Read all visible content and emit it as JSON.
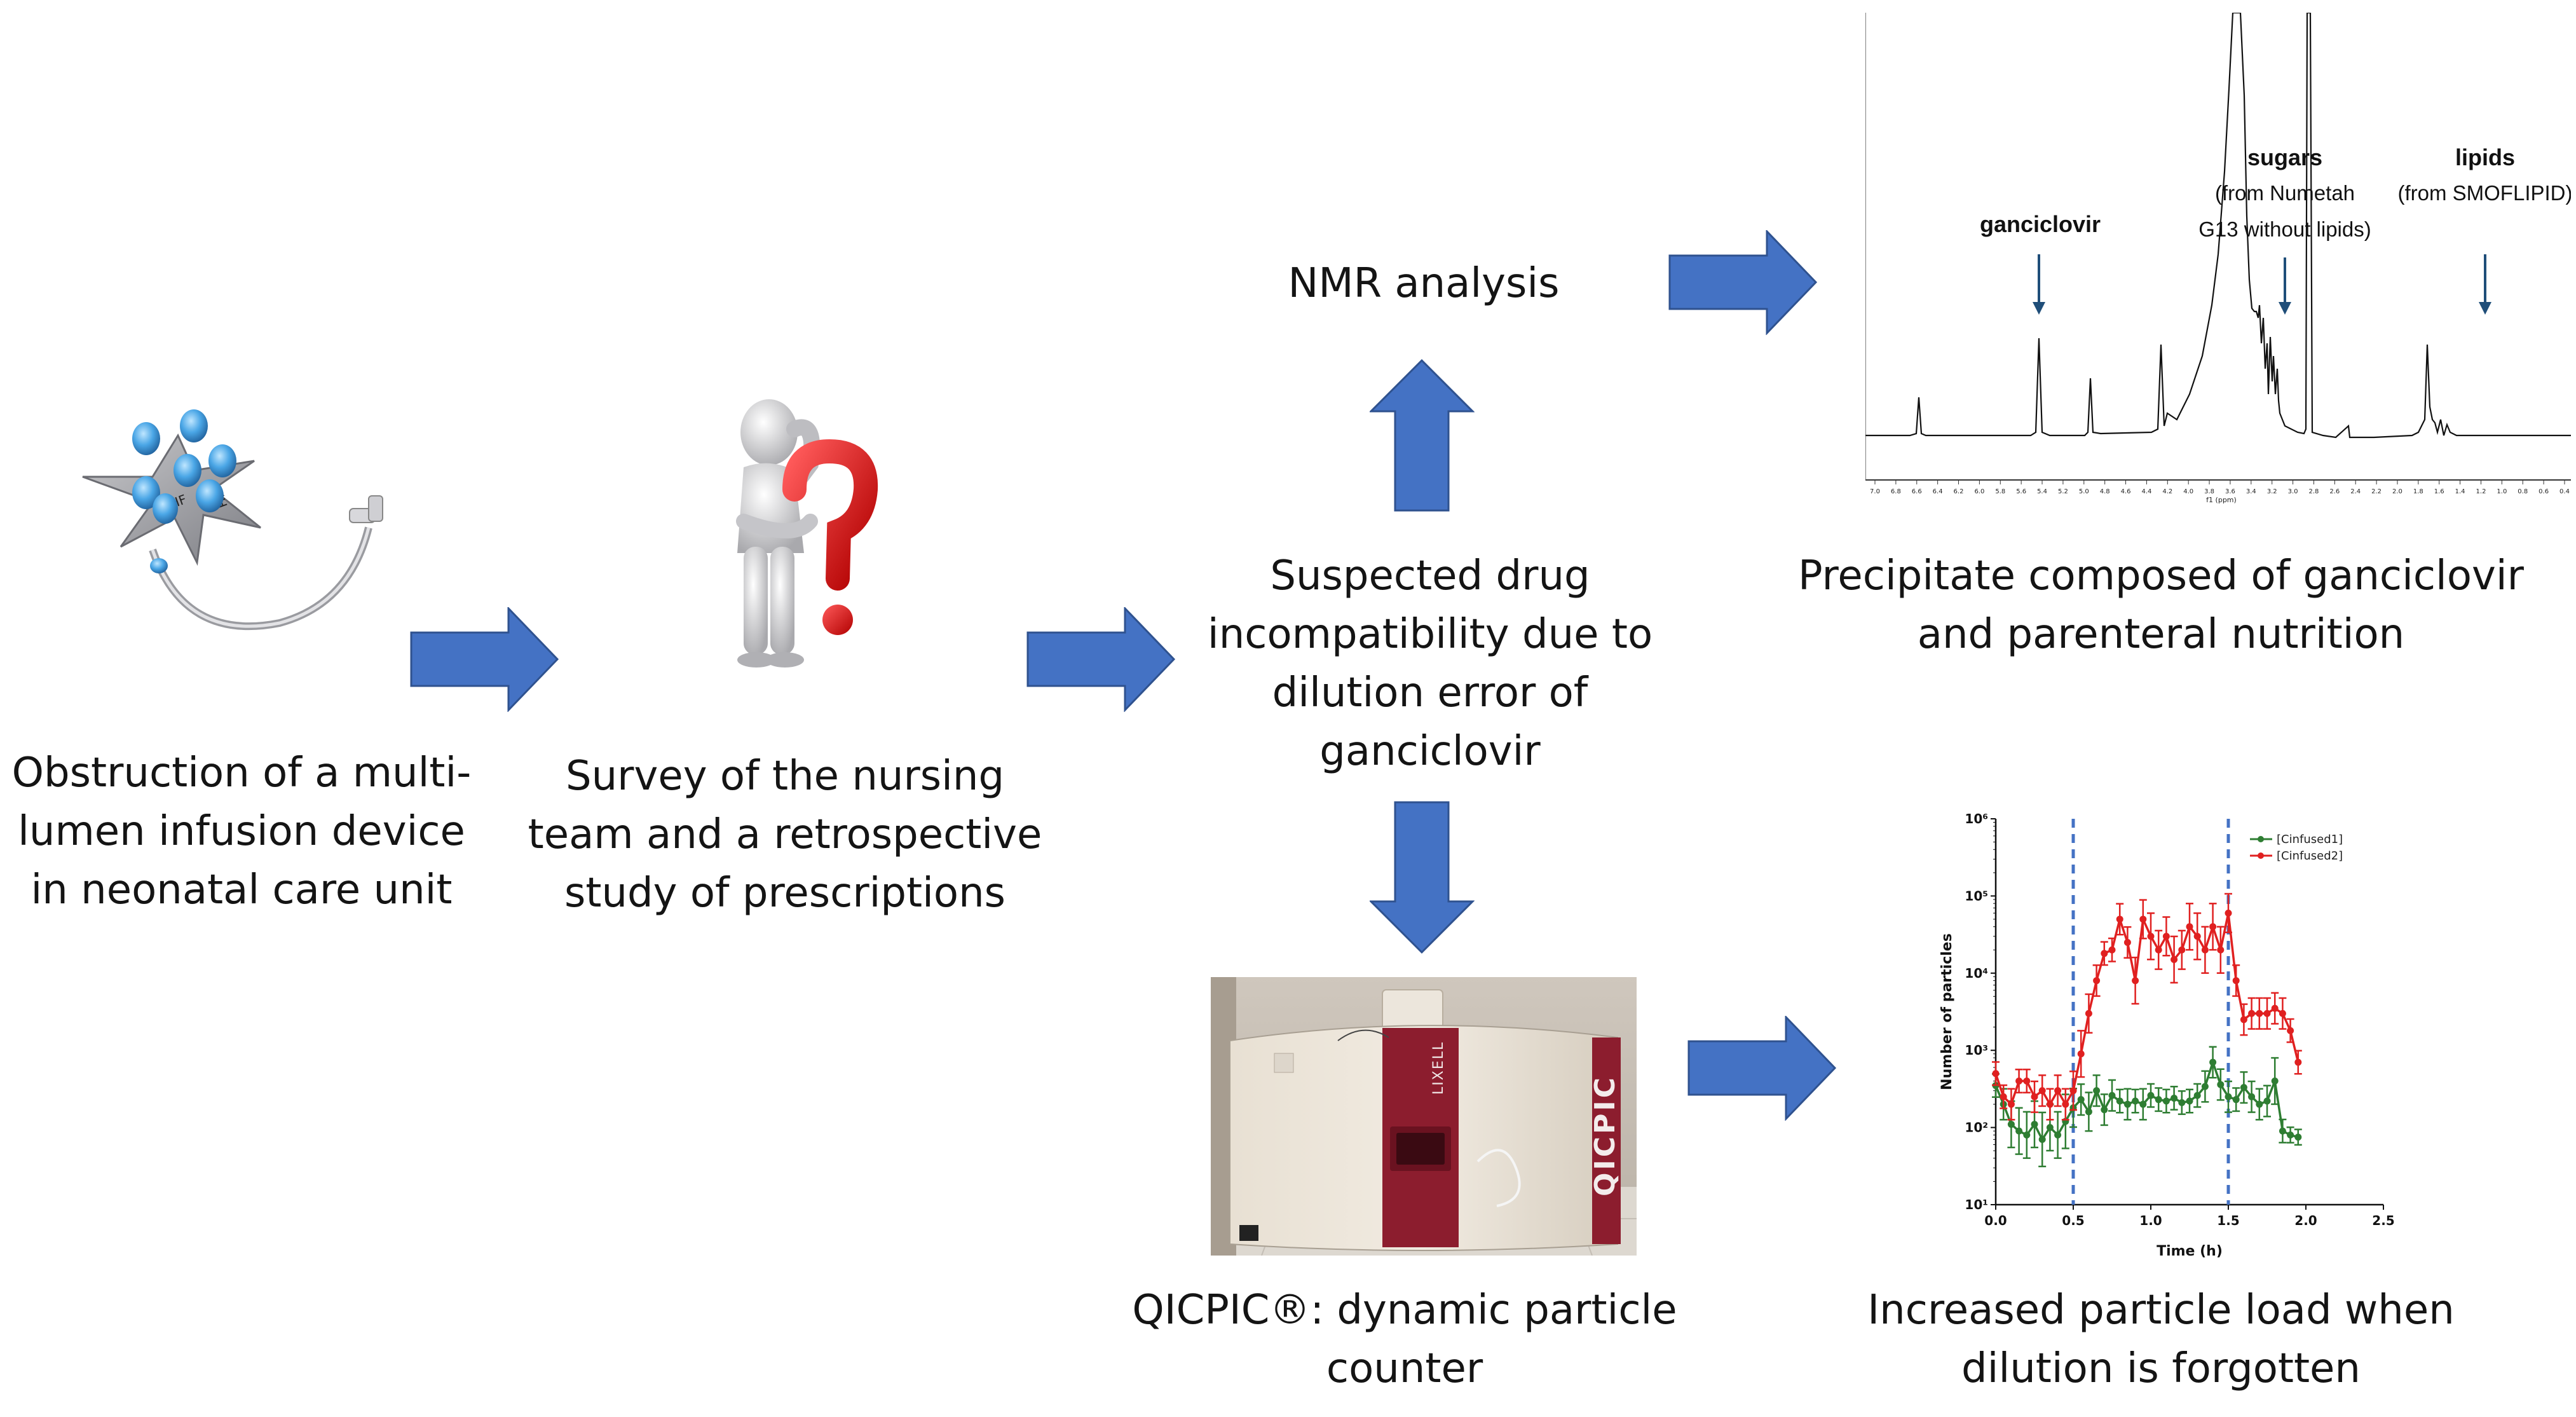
{
  "steps": {
    "obstruction": [
      "Obstruction of a multi-",
      "lumen infusion device",
      "in neonatal care unit"
    ],
    "survey": [
      "Survey of the nursing",
      "team and a retrospective",
      "study of prescriptions"
    ],
    "suspected": [
      "Suspected drug",
      "incompatibility due to",
      "dilution error of",
      "ganciclovir"
    ],
    "nmr": [
      "NMR analysis"
    ],
    "precipitate": [
      "Precipitate composed of ganciclovir",
      "and parenteral nutrition"
    ],
    "qicpic": [
      "QICPIC®: dynamic particle",
      "counter"
    ],
    "particles": [
      "Increased particle load when",
      "dilution is forgotten"
    ]
  },
  "nmr_spectrum": {
    "labels": {
      "ganciclovir": "ganciclovir",
      "sugars": "sugars",
      "sugars_note_1": "(from Numetah",
      "sugars_note_2": "G13 without lipids)",
      "lipids": "lipids",
      "lipids_note": "(from SMOFLIPID)"
    },
    "axis_ticks": [
      "7.0",
      "6.8",
      "6.6",
      "6.4",
      "6.2",
      "6.0",
      "5.8",
      "5.6",
      "5.4",
      "5.2",
      "5.0",
      "4.8",
      "4.6",
      "4.4",
      "4.2",
      "4.0",
      "3.8",
      "3.6",
      "3.4",
      "3.2",
      "3.0",
      "2.8",
      "2.6",
      "2.4",
      "2.2",
      "2.0",
      "1.8",
      "1.6",
      "1.4",
      "1.2",
      "1.0",
      "0.8",
      "0.6",
      "0.4"
    ],
    "axis_label": "f1 (ppm)"
  },
  "device_labels": [
    "HF",
    "dH"
  ],
  "qicpic_text": "QICPIC",
  "lixell_text": "LIXELL",
  "colors": {
    "arrow": "#4472c4",
    "arrow_edge": "#2f528f",
    "series1": "#2e7d32",
    "series2": "#e02020",
    "vline": "#4472c4"
  },
  "chart_data": {
    "type": "line",
    "xlabel": "Time (h)",
    "ylabel": "Number of particles",
    "xlim": [
      0,
      2.5
    ],
    "ylim_log10": [
      1,
      6
    ],
    "x_ticks": [
      "0.0",
      "0.5",
      "1.0",
      "1.5",
      "2.0",
      "2.5"
    ],
    "y_ticks": [
      "10¹",
      "10²",
      "10³",
      "10⁴",
      "10⁵",
      "10⁶"
    ],
    "vertical_lines": [
      0.5,
      1.5
    ],
    "legend_position": "top-right",
    "series": [
      {
        "name": "[Cinfused1]",
        "x": [
          0,
          0.05,
          0.1,
          0.15,
          0.2,
          0.25,
          0.3,
          0.35,
          0.4,
          0.45,
          0.5,
          0.55,
          0.6,
          0.65,
          0.7,
          0.75,
          0.8,
          0.85,
          0.9,
          0.95,
          1.0,
          1.05,
          1.1,
          1.15,
          1.2,
          1.25,
          1.3,
          1.35,
          1.4,
          1.45,
          1.5,
          1.55,
          1.6,
          1.65,
          1.7,
          1.75,
          1.8,
          1.85,
          1.9,
          1.95
        ],
        "y": [
          350,
          200,
          110,
          90,
          80,
          110,
          70,
          100,
          80,
          120,
          180,
          230,
          160,
          300,
          170,
          260,
          220,
          200,
          220,
          200,
          260,
          230,
          220,
          240,
          210,
          220,
          260,
          340,
          700,
          360,
          250,
          230,
          330,
          250,
          200,
          220,
          400,
          90,
          80,
          75
        ],
        "err": [
          0.15,
          0.2,
          0.3,
          0.3,
          0.3,
          0.3,
          0.35,
          0.3,
          0.3,
          0.35,
          0.25,
          0.2,
          0.25,
          0.2,
          0.2,
          0.2,
          0.15,
          0.2,
          0.15,
          0.2,
          0.15,
          0.15,
          0.15,
          0.15,
          0.15,
          0.15,
          0.15,
          0.2,
          0.2,
          0.2,
          0.2,
          0.15,
          0.2,
          0.2,
          0.2,
          0.2,
          0.3,
          0.15,
          0.1,
          0.1
        ]
      },
      {
        "name": "[Cinfused2]",
        "x": [
          0,
          0.05,
          0.1,
          0.15,
          0.2,
          0.25,
          0.3,
          0.35,
          0.4,
          0.45,
          0.5,
          0.55,
          0.6,
          0.65,
          0.7,
          0.75,
          0.8,
          0.85,
          0.9,
          0.95,
          1.0,
          1.05,
          1.1,
          1.15,
          1.2,
          1.25,
          1.3,
          1.35,
          1.4,
          1.45,
          1.5,
          1.55,
          1.6,
          1.65,
          1.7,
          1.75,
          1.8,
          1.85,
          1.9,
          1.95
        ],
        "y": [
          500,
          250,
          200,
          400,
          400,
          250,
          300,
          200,
          300,
          200,
          300,
          900,
          3000,
          8000,
          18000,
          20000,
          50000,
          25000,
          8000,
          50000,
          30000,
          20000,
          30000,
          15000,
          20000,
          40000,
          30000,
          20000,
          40000,
          20000,
          60000,
          8000,
          2500,
          3000,
          3000,
          3000,
          3500,
          3000,
          1800,
          700
        ],
        "err": [
          0.15,
          0.15,
          0.2,
          0.15,
          0.15,
          0.2,
          0.2,
          0.2,
          0.2,
          0.2,
          0.25,
          0.3,
          0.25,
          0.2,
          0.15,
          0.15,
          0.2,
          0.2,
          0.3,
          0.25,
          0.3,
          0.25,
          0.25,
          0.3,
          0.25,
          0.3,
          0.3,
          0.3,
          0.3,
          0.3,
          0.25,
          0.2,
          0.2,
          0.2,
          0.2,
          0.2,
          0.2,
          0.2,
          0.15,
          0.15
        ]
      }
    ]
  }
}
